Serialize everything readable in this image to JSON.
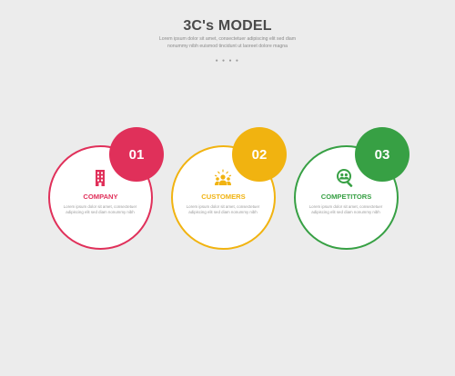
{
  "header": {
    "title": "3C's MODEL",
    "subtitle": "Lorem ipsum dolor sit amet, consectetuer adipiscing elit sed diam nonummy nibh euismod tincidunt ut laoreet dolore magna",
    "dots": "● ● ● ●"
  },
  "items": [
    {
      "number": "01",
      "label": "COMPANY",
      "icon": "building-icon",
      "color": "#e0305a",
      "description": "Lorem ipsum dolor sit amet, consectetuer adipiscing elit sed diam nonummy nibh"
    },
    {
      "number": "02",
      "label": "CUSTOMERS",
      "icon": "team-icon",
      "color": "#f1b310",
      "description": "Lorem ipsum dolor sit amet, consectetuer adipiscing elit sed diam nonummy nibh"
    },
    {
      "number": "03",
      "label": "COMPETITORS",
      "icon": "search-people-icon",
      "color": "#37a044",
      "description": "Lorem ipsum dolor sit amet, consectetuer adipiscing elit sed diam nonummy nibh"
    }
  ]
}
